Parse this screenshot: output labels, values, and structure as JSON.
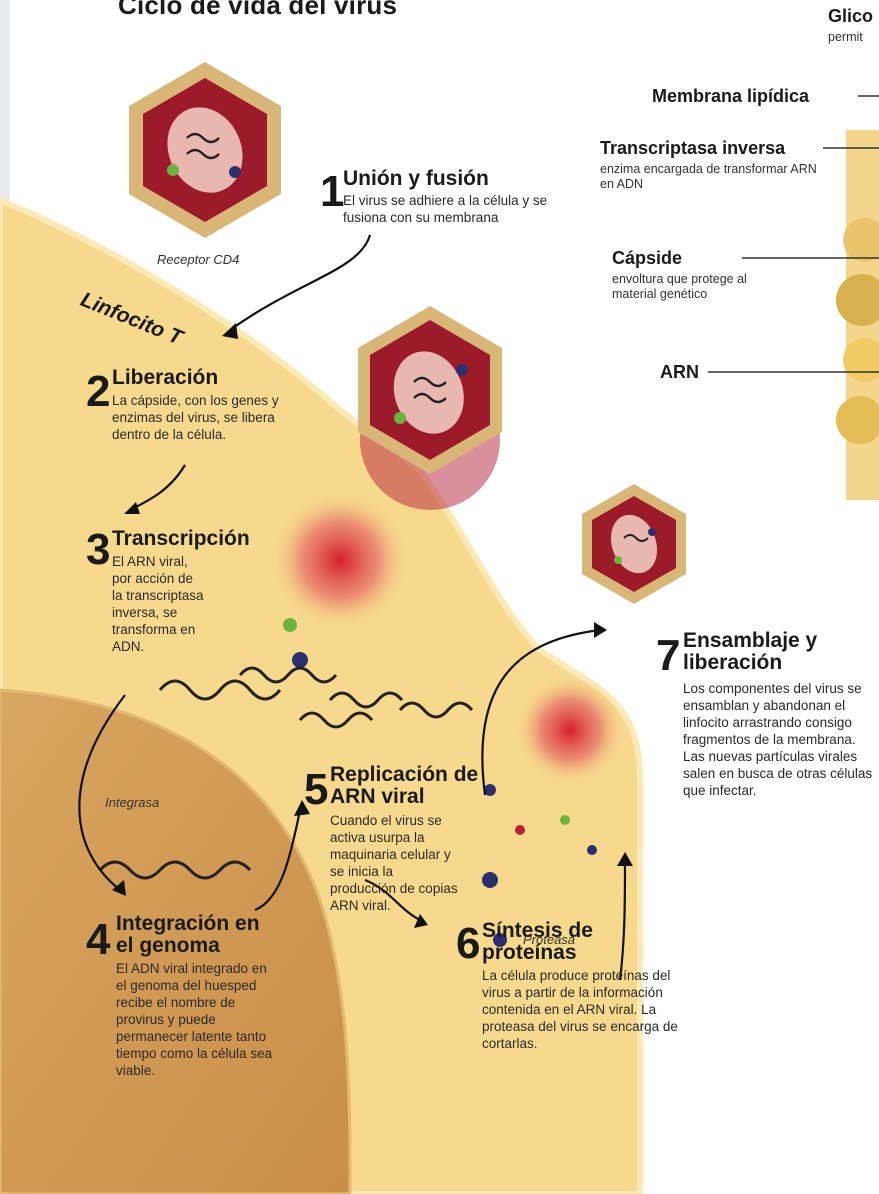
{
  "title": "Ciclo de vida del virus",
  "legend": {
    "glico_partial": "Glico",
    "glico_sub_partial": "permit",
    "membrana": "Membrana lipídica",
    "transcriptasa": "Transcriptasa inversa",
    "transcriptasa_desc": "enzima encargada de transformar ARN en ADN",
    "capside": "Cápside",
    "capside_desc": "envoltura que protege al material genético",
    "arn": "ARN"
  },
  "labels": {
    "receptor": "Receptor CD4",
    "linfocito": "Linfocito T",
    "integrasa": "Integrasa",
    "proteasa": "Proteasa"
  },
  "steps": [
    {
      "number": "1",
      "title": "Unión y fusión",
      "body": "El virus se adhiere a la célula y se fusiona con su membrana"
    },
    {
      "number": "2",
      "title": "Liberación",
      "body": "La cápside, con los genes y enzimas del virus, se libera dentro de la célula."
    },
    {
      "number": "3",
      "title": "Transcripción",
      "body": "El ARN viral, por acción de la transcriptasa inversa, se transforma en ADN."
    },
    {
      "number": "4",
      "title": "Integración en el genoma",
      "body": "El ADN viral integrado en el genoma del huesped recibe el nombre de provirus y puede permanecer latente tanto tiempo como la célula sea viable."
    },
    {
      "number": "5",
      "title": "Replicación de ARN viral",
      "body": "Cuando el virus se activa usurpa la maquinaria celular y se inicia la producción de copias ARN viral."
    },
    {
      "number": "6",
      "title": "Síntesis de proteínas",
      "body": "La célula produce proteínas del virus a partir de la información contenida en el ARN viral. La proteasa del virus se encarga de cortarlas."
    },
    {
      "number": "7",
      "title": "Ensamblaje y liberación",
      "body": "Los componentes del virus se ensamblan y abandonan el linfocito arrastrando consigo fragmentos de la membrana. Las nuevas partículas virales salen en busca de otras células que infectar."
    }
  ],
  "colors": {
    "cell": "#f6d98c",
    "cell_edge": "#fbeab8",
    "nucleus": "#d9a85e",
    "virus_red": "#9b1b2a",
    "capsid_fill": "#e8b7b0",
    "spike": "#d8b678",
    "accent_green": "#6cb33f"
  }
}
